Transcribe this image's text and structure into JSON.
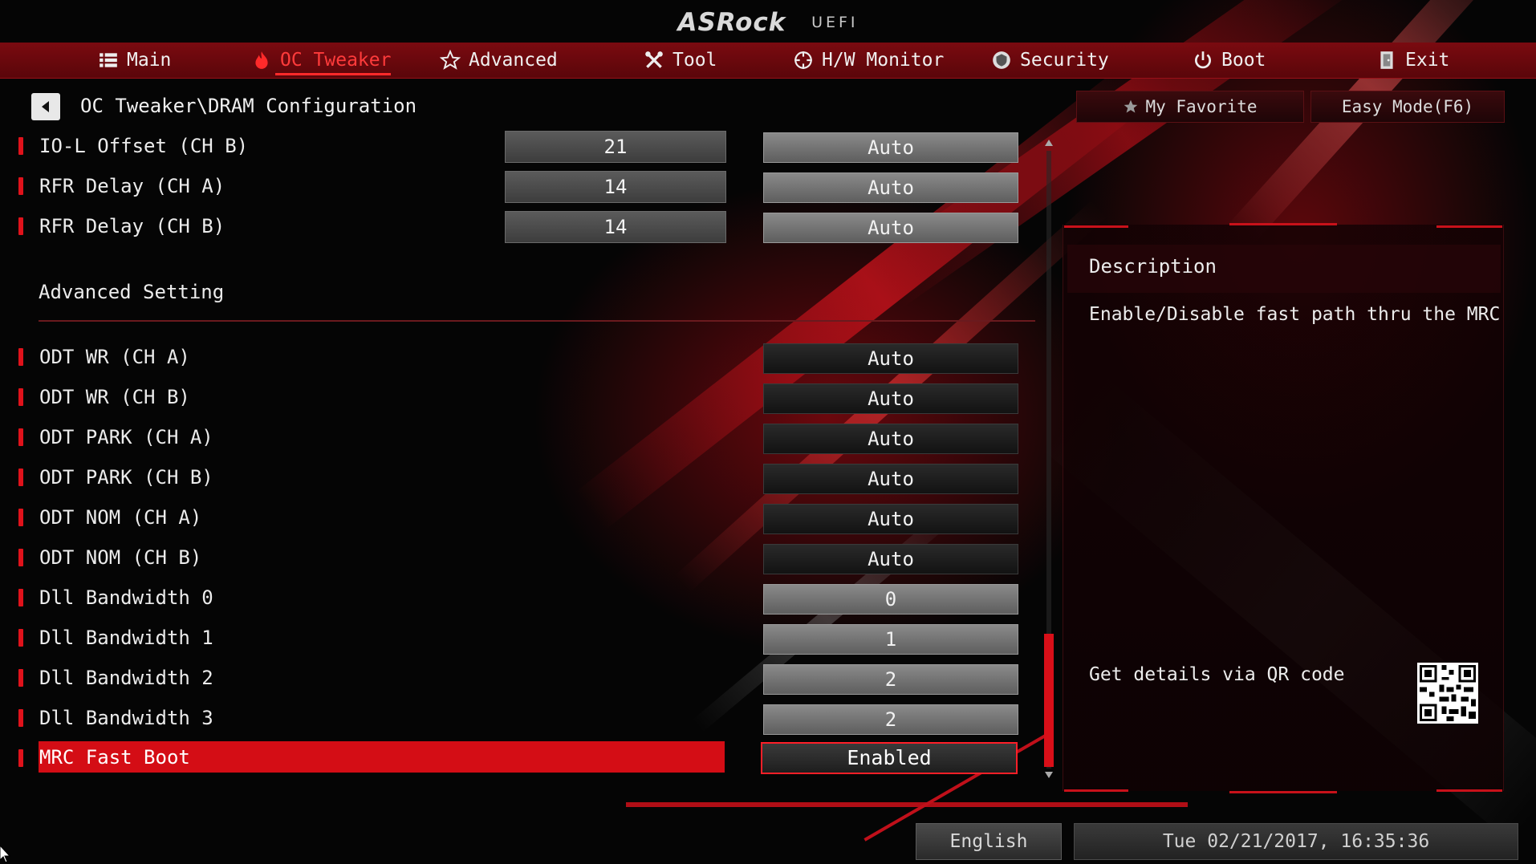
{
  "brand": {
    "logo": "ASRock",
    "uefi": "UEFI"
  },
  "nav": {
    "main": "Main",
    "oc_tweaker": "OC Tweaker",
    "advanced": "Advanced",
    "tool": "Tool",
    "hw_monitor": "H/W Monitor",
    "security": "Security",
    "boot": "Boot",
    "exit": "Exit"
  },
  "breadcrumb": "OC Tweaker\\DRAM Configuration",
  "rows_top": [
    {
      "label": "IO-L Offset (CH B)",
      "value": "21",
      "option": "Auto"
    },
    {
      "label": "RFR Delay (CH A)",
      "value": "14",
      "option": "Auto"
    },
    {
      "label": "RFR Delay (CH B)",
      "value": "14",
      "option": "Auto"
    }
  ],
  "section": "Advanced Setting",
  "rows_adv": [
    {
      "label": "ODT WR (CH A)",
      "option": "Auto"
    },
    {
      "label": "ODT WR (CH B)",
      "option": "Auto"
    },
    {
      "label": "ODT PARK (CH A)",
      "option": "Auto"
    },
    {
      "label": "ODT PARK (CH B)",
      "option": "Auto"
    },
    {
      "label": "ODT NOM (CH A)",
      "option": "Auto"
    },
    {
      "label": "ODT NOM (CH B)",
      "option": "Auto"
    },
    {
      "label": "Dll Bandwidth 0",
      "option": "0"
    },
    {
      "label": "Dll Bandwidth 1",
      "option": "1"
    },
    {
      "label": "Dll Bandwidth 2",
      "option": "2"
    },
    {
      "label": "Dll Bandwidth 3",
      "option": "2"
    },
    {
      "label": "MRC Fast Boot",
      "option": "Enabled"
    }
  ],
  "panel": {
    "favorite": "My Favorite",
    "easy_mode": "Easy Mode(F6)",
    "desc_title": "Description",
    "desc_text": "Enable/Disable fast path thru the MRC",
    "qr_text": "Get details via QR code"
  },
  "footer": {
    "language": "English",
    "datetime": "Tue 02/21/2017, 16:35:36"
  },
  "colors": {
    "accent": "#d40d15",
    "navbar": "#6a080d",
    "panel": "#140204"
  },
  "icons": [
    "list-icon",
    "flame-icon",
    "star-icon",
    "tools-icon",
    "crosshair-icon",
    "shield-icon",
    "power-icon",
    "exit-door-icon",
    "back-arrow-icon",
    "qr-code-icon"
  ]
}
